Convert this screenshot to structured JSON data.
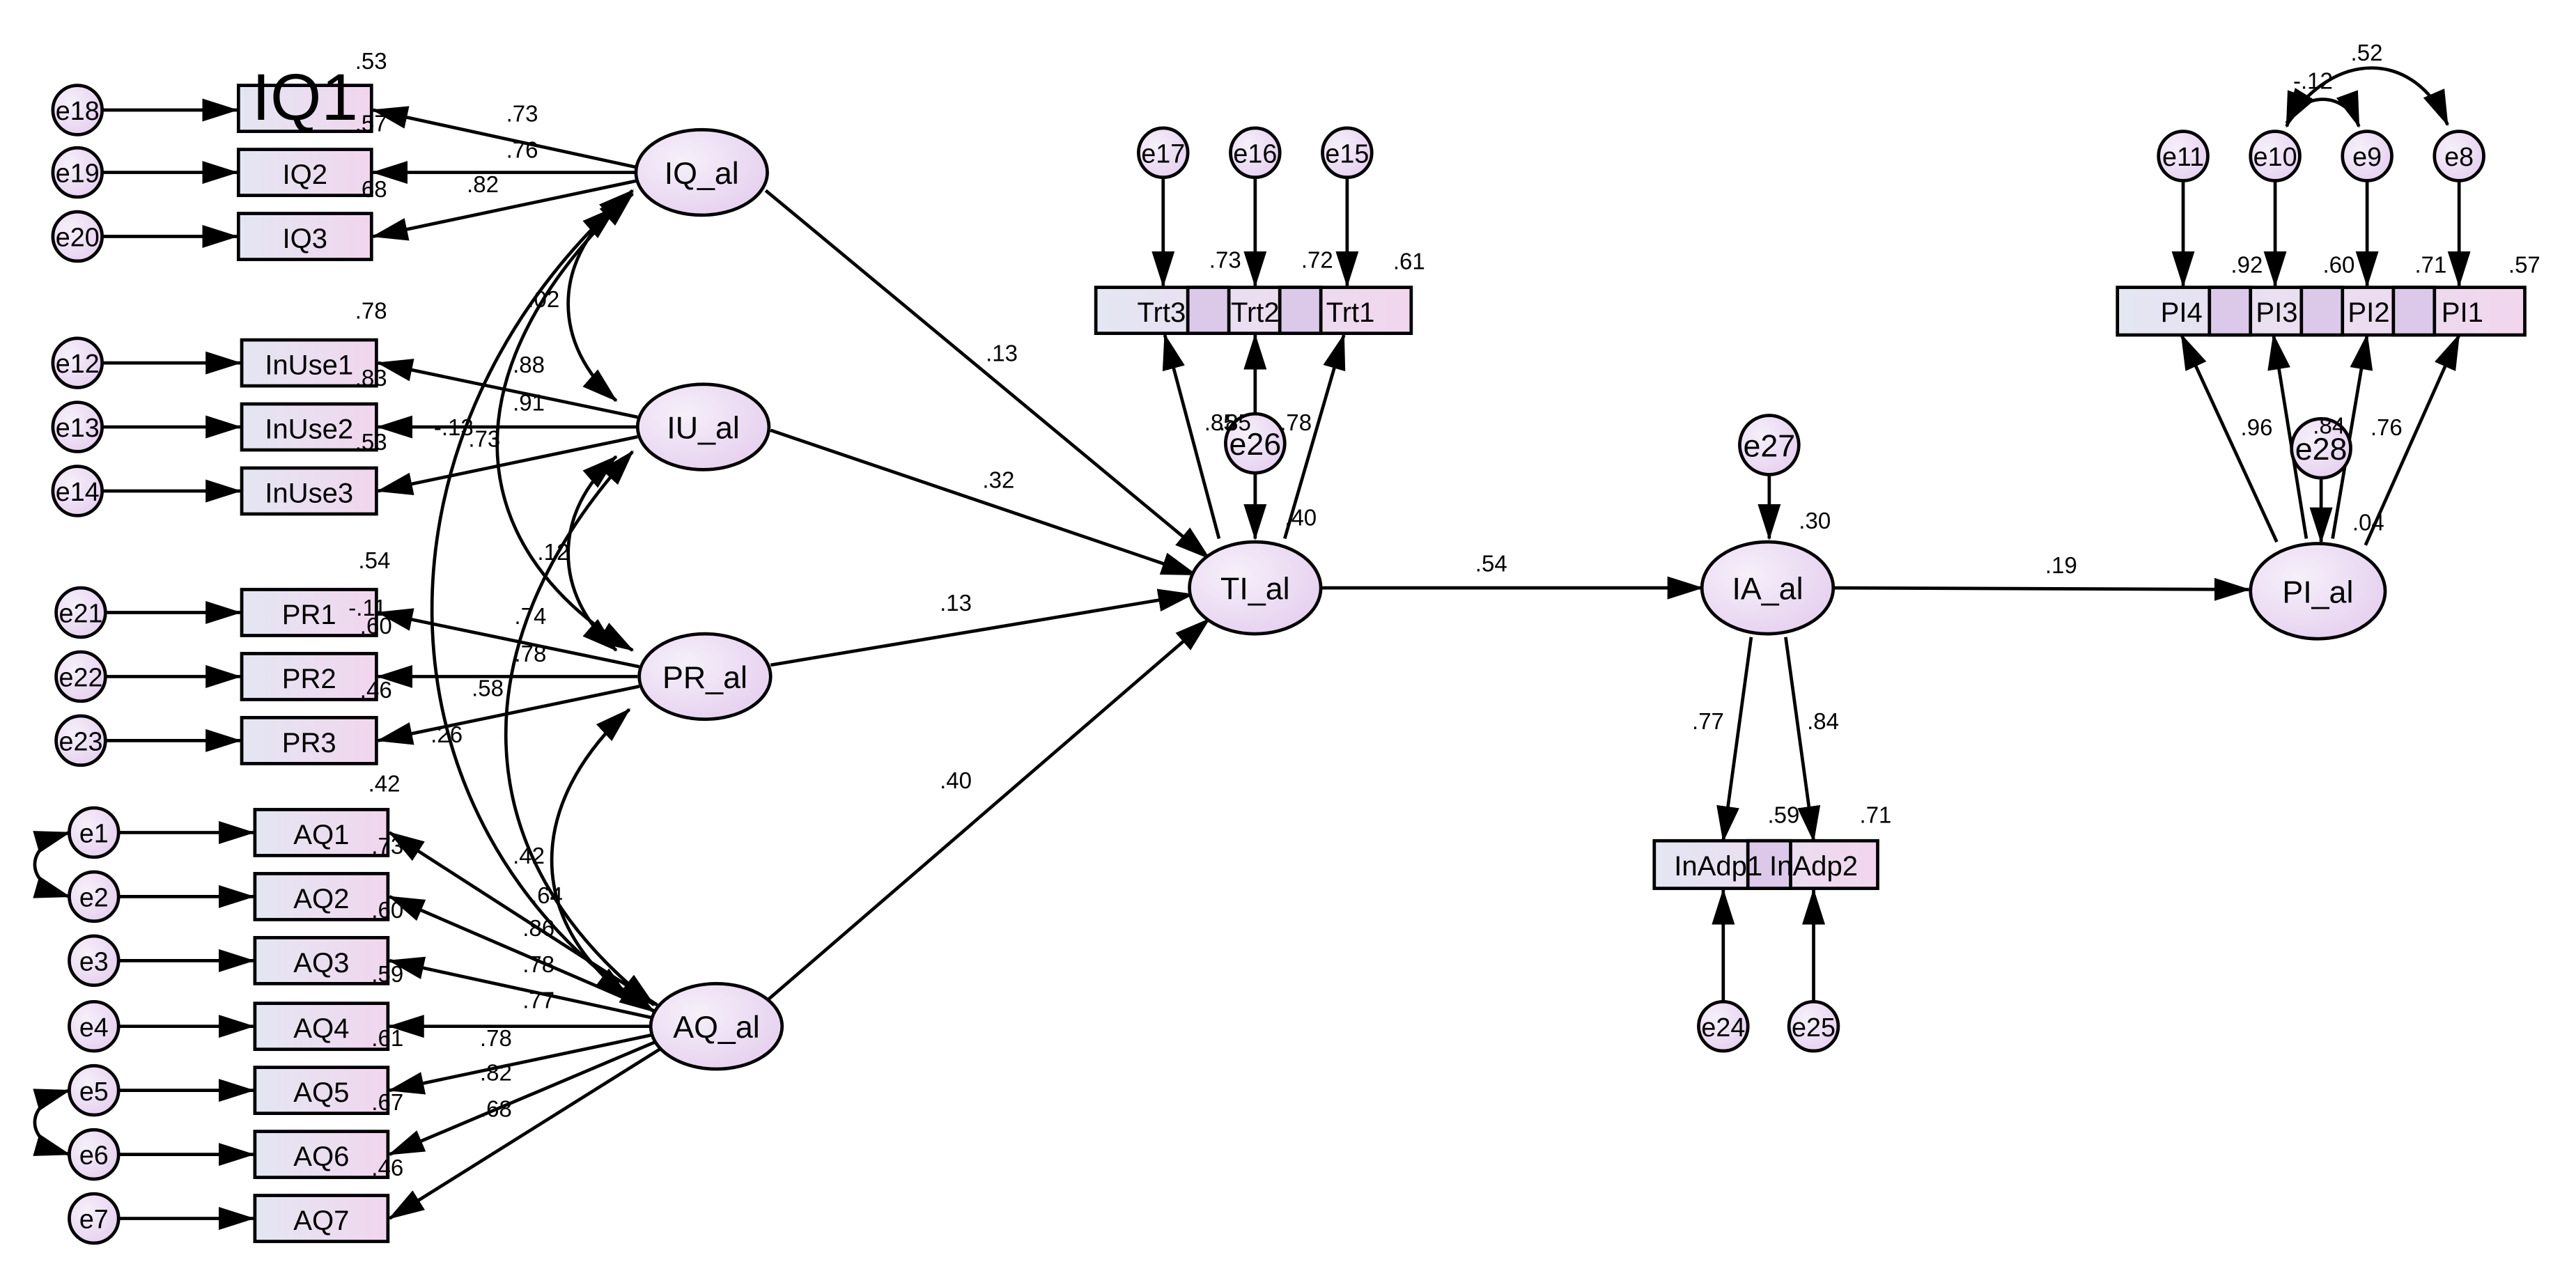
{
  "diagram": {
    "latents": [
      {
        "id": "IQ_al",
        "label": "IQ_al"
      },
      {
        "id": "IU_al",
        "label": "IU_al"
      },
      {
        "id": "PR_al",
        "label": "PR_al"
      },
      {
        "id": "AQ_al",
        "label": "AQ_al"
      },
      {
        "id": "TI_al",
        "label": "TI_al"
      },
      {
        "id": "IA_al",
        "label": "IA_al"
      },
      {
        "id": "PI_al",
        "label": "PI_al"
      }
    ],
    "indicators": [
      {
        "id": "IQ1",
        "label": "IQ1"
      },
      {
        "id": "IQ2",
        "label": "IQ2"
      },
      {
        "id": "IQ3",
        "label": "IQ3"
      },
      {
        "id": "InUse1",
        "label": "InUse1"
      },
      {
        "id": "InUse2",
        "label": "InUse2"
      },
      {
        "id": "InUse3",
        "label": "InUse3"
      },
      {
        "id": "PR1",
        "label": "PR1"
      },
      {
        "id": "PR2",
        "label": "PR2"
      },
      {
        "id": "PR3",
        "label": "PR3"
      },
      {
        "id": "AQ1",
        "label": "AQ1"
      },
      {
        "id": "AQ2",
        "label": "AQ2"
      },
      {
        "id": "AQ3",
        "label": "AQ3"
      },
      {
        "id": "AQ4",
        "label": "AQ4"
      },
      {
        "id": "AQ5",
        "label": "AQ5"
      },
      {
        "id": "AQ6",
        "label": "AQ6"
      },
      {
        "id": "AQ7",
        "label": "AQ7"
      },
      {
        "id": "Trt3",
        "label": "Trt3"
      },
      {
        "id": "Trt2",
        "label": "Trt2"
      },
      {
        "id": "Trt1",
        "label": "Trt1"
      },
      {
        "id": "InAdp1",
        "label": "InAdp1"
      },
      {
        "id": "InAdp2",
        "label": "InAdp2"
      },
      {
        "id": "PI4",
        "label": "PI4"
      },
      {
        "id": "PI3",
        "label": "PI3"
      },
      {
        "id": "PI2",
        "label": "PI2"
      },
      {
        "id": "PI1",
        "label": "PI1"
      }
    ],
    "errors": [
      {
        "id": "e18",
        "label": "e18"
      },
      {
        "id": "e19",
        "label": "e19"
      },
      {
        "id": "e20",
        "label": "e20"
      },
      {
        "id": "e12",
        "label": "e12"
      },
      {
        "id": "e13",
        "label": "e13"
      },
      {
        "id": "e14",
        "label": "e14"
      },
      {
        "id": "e21",
        "label": "e21"
      },
      {
        "id": "e22",
        "label": "e22"
      },
      {
        "id": "e23",
        "label": "e23"
      },
      {
        "id": "e1",
        "label": "e1"
      },
      {
        "id": "e2",
        "label": "e2"
      },
      {
        "id": "e3",
        "label": "e3"
      },
      {
        "id": "e4",
        "label": "e4"
      },
      {
        "id": "e5",
        "label": "e5"
      },
      {
        "id": "e6",
        "label": "e6"
      },
      {
        "id": "e7",
        "label": "e7"
      },
      {
        "id": "e17",
        "label": "e17"
      },
      {
        "id": "e16",
        "label": "e16"
      },
      {
        "id": "e15",
        "label": "e15"
      },
      {
        "id": "e26",
        "label": "e26"
      },
      {
        "id": "e27",
        "label": "e27"
      },
      {
        "id": "e24",
        "label": "e24"
      },
      {
        "id": "e25",
        "label": "e25"
      },
      {
        "id": "e11",
        "label": "e11"
      },
      {
        "id": "e10",
        "label": "e10"
      },
      {
        "id": "e9",
        "label": "e9"
      },
      {
        "id": "e8",
        "label": "e8"
      },
      {
        "id": "e28",
        "label": "e28"
      }
    ],
    "coefficients": [
      ".53",
      ".57",
      ".68",
      ".73",
      ".76",
      ".82",
      ".78",
      ".83",
      ".53",
      ".88",
      ".91",
      ".73",
      "-.13",
      ".02",
      ".54",
      ".60",
      ".46",
      "-.11",
      ".74",
      ".78",
      ".58",
      ".12",
      ".26",
      ".42",
      ".73",
      ".60",
      ".59",
      ".61",
      ".67",
      ".46",
      ".42",
      ".64",
      ".86",
      ".78",
      ".77",
      ".78",
      ".82",
      ".68",
      ".13",
      ".32",
      ".13",
      ".40",
      ".73",
      ".72",
      ".61",
      ".85",
      ".85",
      ".78",
      ".40",
      ".54",
      ".30",
      ".77",
      ".84",
      ".59",
      ".71",
      ".19",
      ".52",
      "-.12",
      ".92",
      ".60",
      ".71",
      ".57",
      ".96",
      ".84",
      ".76",
      ".04"
    ],
    "colors": {
      "rect_fill_start": "#e4e6f2",
      "rect_fill_end": "#f1d6ee",
      "ellipse_fill": "#ecdcf2",
      "junction_fill": "#dcc9ea",
      "stroke": "#000000"
    }
  }
}
